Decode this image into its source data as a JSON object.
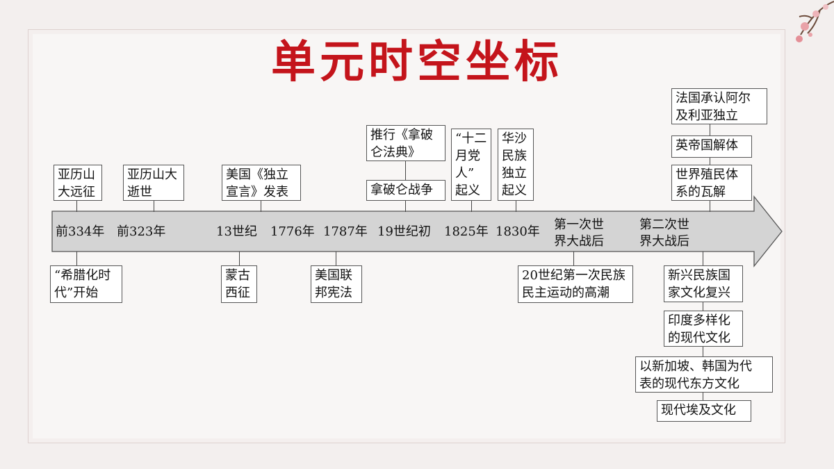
{
  "title": "单元时空坐标",
  "timeline": {
    "ticks": [
      "前334年",
      "前323年",
      "13世纪",
      "1776年",
      "1787年",
      "19世纪初",
      "1825年",
      "1830年",
      "第一次世\n界大战后",
      "第二次世\n界大战后"
    ]
  },
  "events_above": {
    "alexander_expedition": "亚历山\n大远征",
    "alexander_death": "亚历山大\n逝世",
    "us_declaration": "美国《独立\n宣言》发表",
    "napoleon_code": "推行《拿破\n仑法典》",
    "napoleon_war": "拿破仑战争",
    "decembrist": "“十二\n月党\n人”\n起义",
    "warsaw_uprising": "华沙\n民族\n独立\n起义",
    "algeria_independence": "法国承认阿尔\n及利亚独立",
    "british_empire": "英帝国解体",
    "colonial_collapse": "世界殖民体\n系的瓦解"
  },
  "events_below": {
    "hellenistic": "“希腊化时\n代”开始",
    "mongol": "蒙古\n西征",
    "us_constitution": "美国联\n邦宪法",
    "democratic_movement": "20世纪第一次民族\n民主运动的高潮",
    "cultural_revival": "新兴民族国\n家文化复兴",
    "india_culture": "印度多样化\n的现代文化",
    "east_asian_culture": "以新加坡、韩国为代\n表的现代东方文化",
    "egypt_culture": "现代埃及文化"
  },
  "colors": {
    "title": "#c4141b",
    "arrow_fill": "#d4d4d4",
    "arrow_stroke": "#555555"
  }
}
